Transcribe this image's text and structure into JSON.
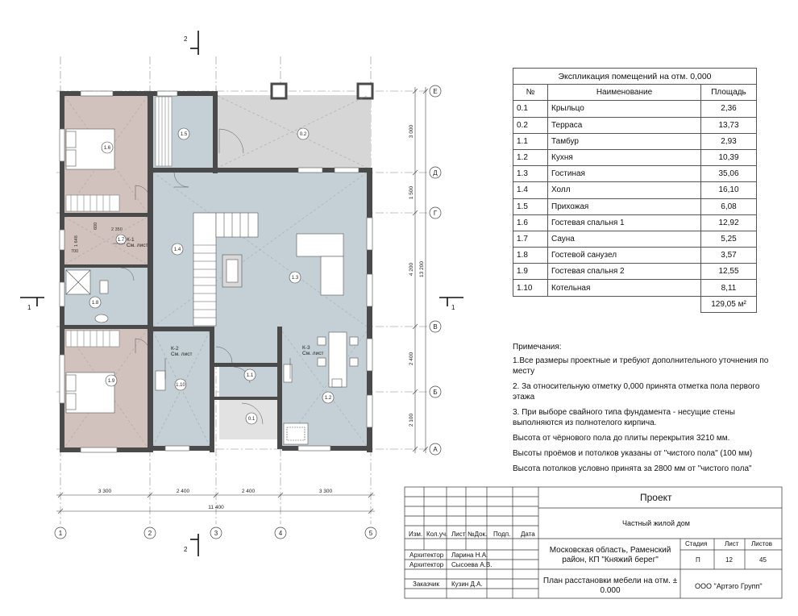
{
  "sheet": {
    "explication": {
      "title": "Экспликация помещений на отм. 0,000",
      "headers": [
        "№",
        "Наименование",
        "Площадь"
      ],
      "rows": [
        {
          "no": "0.1",
          "name": "Крыльцо",
          "area": "2,36"
        },
        {
          "no": "0.2",
          "name": "Терраса",
          "area": "13,73"
        },
        {
          "no": "1.1",
          "name": "Тамбур",
          "area": "2,93"
        },
        {
          "no": "1.2",
          "name": "Кухня",
          "area": "10,39"
        },
        {
          "no": "1.3",
          "name": "Гостиная",
          "area": "35,06"
        },
        {
          "no": "1.4",
          "name": "Холл",
          "area": "16,10"
        },
        {
          "no": "1.5",
          "name": "Прихожая",
          "area": "6,08"
        },
        {
          "no": "1.6",
          "name": "Гостевая спальня 1",
          "area": "12,92"
        },
        {
          "no": "1.7",
          "name": "Сауна",
          "area": "5,25"
        },
        {
          "no": "1.8",
          "name": "Гостевой санузел",
          "area": "3,57"
        },
        {
          "no": "1.9",
          "name": "Гостевая спальня 2",
          "area": "12,55"
        },
        {
          "no": "1.10",
          "name": "Котельная",
          "area": "8,11"
        }
      ],
      "total": "129,05 м²"
    },
    "notes": {
      "header": "Примечания:",
      "items": [
        "1.Все размеры проектные и требуют дополнительного уточнения по месту",
        "2. За относительную отметку 0,000 принята отметка пола первого этажа",
        "3. При выборе свайного типа фундамента - несущие стены выполняются из полнотелого кирпича.",
        "Высота от чёрнового пола до плиты перекрытия 3210 мм.",
        "Высоты проёмов и потолков указаны от \"чистого пола\" (100 мм)",
        "Высота потолков условно принята за 2800 мм от \"чистого пола\""
      ]
    },
    "title_block": {
      "project": "Проект",
      "object": "Частный жилой дом",
      "address": "Московская область, Раменский район, КП \"Княжий берег\"",
      "sheet_title": "План расстановки мебели на отм. ± 0.000",
      "company": "ООО \"Артэго Групп\"",
      "stage_label": "Стадия",
      "sheet_label": "Лист",
      "sheets_label": "Листов",
      "stage": "П",
      "sheet_no": "12",
      "sheets_total": "45",
      "col_headers": [
        "Изм.",
        "Кол.уч.",
        "Лист",
        "№Док.",
        "Подп.",
        "Дата"
      ],
      "people": [
        {
          "role": "Архитектор",
          "name": "Ларина Н.А."
        },
        {
          "role": "Архитектор",
          "name": "Сысоева А.В."
        },
        {
          "role": "Заказчик",
          "name": "Кузин Д.А."
        }
      ]
    },
    "plan": {
      "axes_letters": [
        "Е",
        "Д",
        "Г",
        "В",
        "Б",
        "А"
      ],
      "axes_numbers": [
        "1",
        "2",
        "3",
        "4",
        "5"
      ],
      "section_mark": "2",
      "section_side_mark": "1",
      "dims_bottom": [
        "3 300",
        "2 400",
        "2 400",
        "3 300"
      ],
      "dim_total_bottom": "11 400",
      "dims_right": [
        "3 000",
        "1 500",
        "4 200",
        "2 400",
        "2 100"
      ],
      "dim_total_right": "13 200",
      "room_tags": [
        "1.6",
        "1.5",
        "0.2",
        "1.7",
        "1.4",
        "1.3",
        "1.8",
        "1.9",
        "1.10",
        "1.1",
        "1.2",
        "0.1"
      ],
      "section_labels": [
        {
          "code": "К-1",
          "note": "См. лист"
        },
        {
          "code": "К-2",
          "note": "См. лист"
        },
        {
          "code": "К-3",
          "note": "См. лист"
        }
      ],
      "small_dims": [
        "2 350",
        "600",
        "1 648",
        "700"
      ]
    },
    "colors": {
      "room_fill": "#c4d0d6",
      "bedroom_fill": "#d2c2bd",
      "wall": "#4a4a4a",
      "line": "#444444"
    }
  }
}
